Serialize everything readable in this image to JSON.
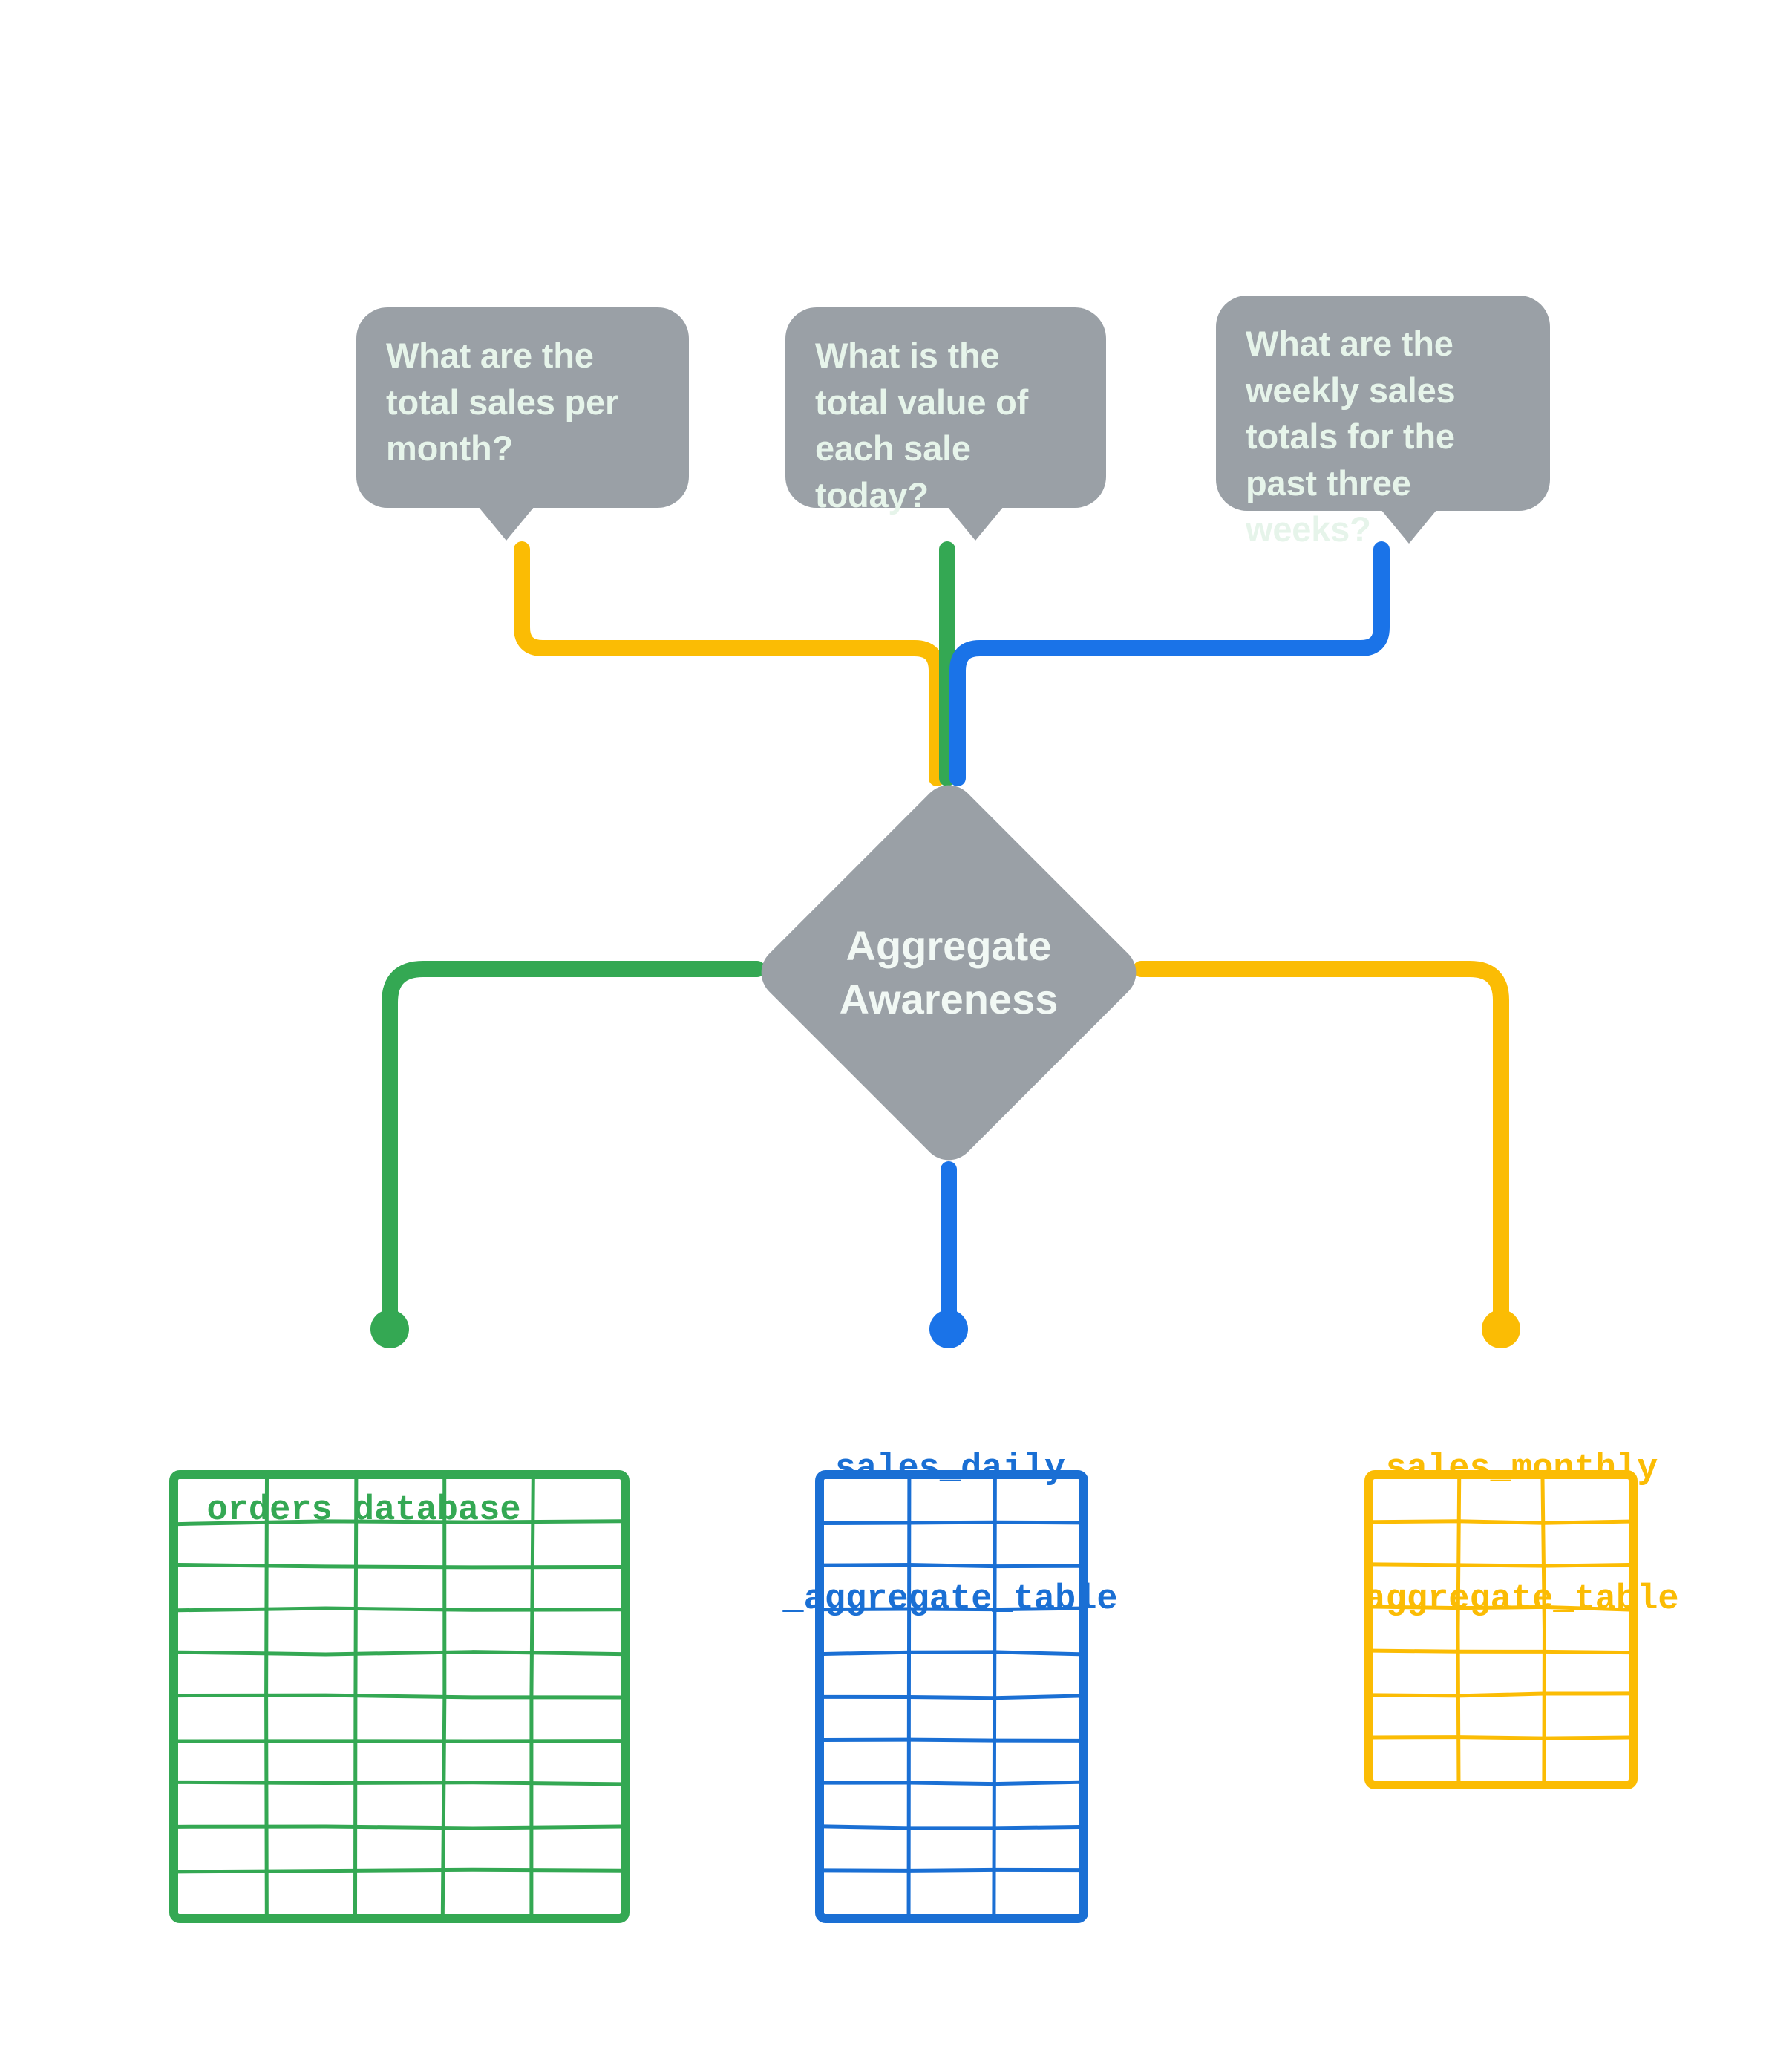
{
  "diagram": {
    "title": "Aggregate Awareness",
    "center_node": {
      "label_line1": "Aggregate",
      "label_line2": "Awareness",
      "shape": "diamond",
      "fill_color": "#9aa0a6",
      "text_color": "#f1f8f4"
    },
    "questions": [
      {
        "id": "q-monthly",
        "text": "What are the total sales per month?",
        "connector_color": "#fbbc04",
        "bubble_color": "#9aa0a6",
        "routes_to": "sales_monthly_aggregate_table"
      },
      {
        "id": "q-daily-value",
        "text": "What is the total value of each sale today?",
        "connector_color": "#34a853",
        "bubble_color": "#9aa0a6",
        "routes_to": "orders_database"
      },
      {
        "id": "q-weekly",
        "text": "What are the weekly sales totals for the past three weeks?",
        "connector_color": "#1a73e8",
        "bubble_color": "#9aa0a6",
        "routes_to": "sales_daily_aggregate_table"
      }
    ],
    "tables": [
      {
        "id": "orders_database",
        "label_line1": "orders_database",
        "label_line2": "",
        "color": "#34a853",
        "columns": 5,
        "rows": 10
      },
      {
        "id": "sales_daily_aggregate_table",
        "label_line1": "sales_daily",
        "label_line2": "_aggregate_table",
        "color": "#1a6fd4",
        "columns": 3,
        "rows": 10
      },
      {
        "id": "sales_monthly_aggregate_table",
        "label_line1": "sales_monthly",
        "label_line2": "aggregate_table",
        "color": "#fbbc04",
        "columns": 3,
        "rows": 7
      }
    ],
    "colors": {
      "grey": "#9aa0a6",
      "green": "#34a853",
      "blue": "#1a73e8",
      "yellow": "#fbbc04",
      "background": "#ffffff"
    }
  }
}
